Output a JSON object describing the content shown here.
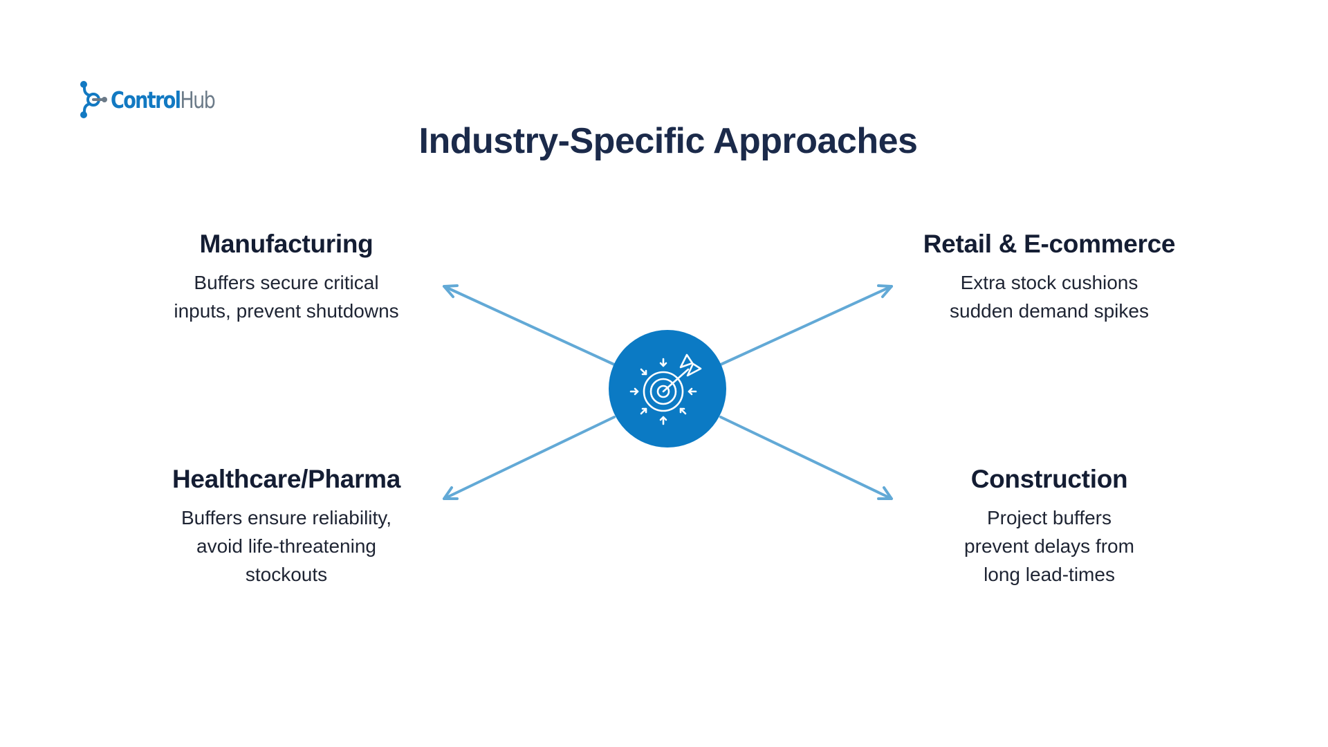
{
  "brand": {
    "name_part1": "Control",
    "name_part2": "Hub",
    "logo_icon": "network-node-icon",
    "primary_color": "#1279c2",
    "secondary_color": "#6b7a88"
  },
  "title": "Industry-Specific Approaches",
  "hub": {
    "icon": "target-with-arrows-icon",
    "color": "#0b7ac4"
  },
  "connector_color": "#62a9d6",
  "industries": [
    {
      "position": "top-left",
      "heading": "Manufacturing",
      "lines": [
        "Buffers secure critical",
        "inputs, prevent shutdowns"
      ]
    },
    {
      "position": "top-right",
      "heading": "Retail & E-commerce",
      "lines": [
        "Extra stock cushions",
        "sudden demand spikes"
      ]
    },
    {
      "position": "bottom-left",
      "heading": "Healthcare/Pharma",
      "lines": [
        "Buffers ensure reliability,",
        "avoid life-threatening",
        "stockouts"
      ]
    },
    {
      "position": "bottom-right",
      "heading": "Construction",
      "lines": [
        "Project buffers",
        "prevent delays from",
        "long lead-times"
      ]
    }
  ]
}
